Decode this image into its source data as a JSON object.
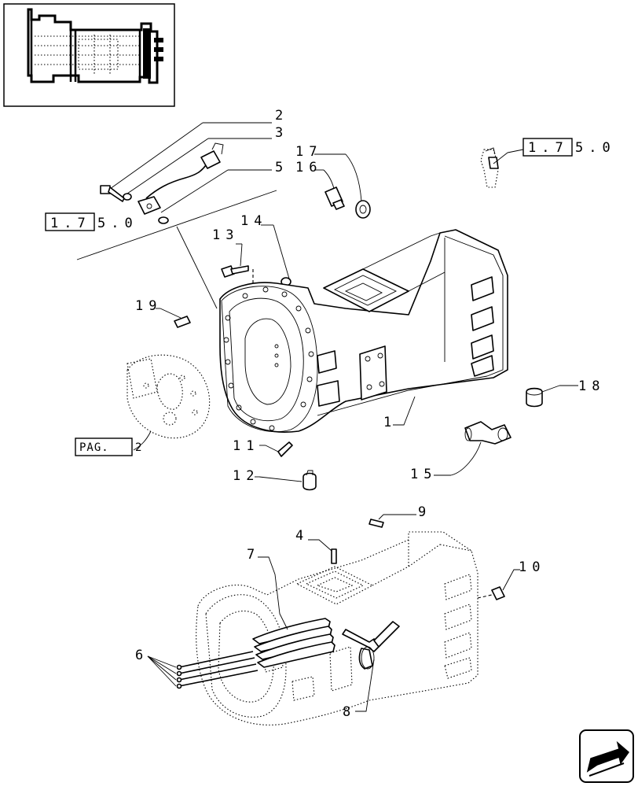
{
  "callouts": {
    "c1": "1",
    "c2": "2",
    "c3": "3",
    "c4": "4",
    "c5": "5",
    "c6": "6",
    "c7": "7",
    "c8": "8",
    "c9": "9",
    "c10": "10",
    "c11": "11",
    "c12": "12",
    "c13": "13",
    "c14": "14",
    "c15": "15",
    "c16": "16",
    "c17": "17",
    "c18": "18",
    "c19": "19"
  },
  "references": {
    "ref_left_boxed": "1.7",
    "ref_left_tail": "5.0",
    "ref_right_boxed": "1.7",
    "ref_right_tail": "5.0",
    "page_ref_boxed": "PAG.",
    "page_ref_tail": "2"
  },
  "icons": {
    "thumbnail": "transmission-housing-thumbnail-icon",
    "next_page": "next-page-arrow-icon"
  }
}
